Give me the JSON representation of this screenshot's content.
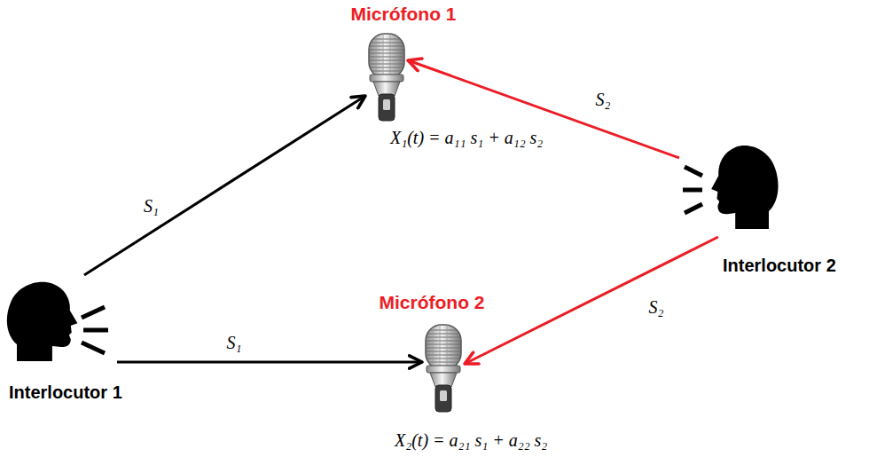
{
  "diagram": {
    "nodes": [
      {
        "text": [
          "Interlocutor 1"
        ]
      },
      {
        "text": [
          "Micrófono 1",
          "X₁(t) = a₁₁ s₁ + a₁₂ s₂"
        ]
      },
      {
        "text": [
          "Micrófono 2",
          "X₂(t) = a₂₁ s₁ + a₂₂ s₂"
        ]
      },
      {
        "text": [
          "Interlocutor 2"
        ]
      }
    ],
    "edges": [
      {
        "from": 0,
        "to": 1,
        "arrow": "to",
        "label": "S₁"
      },
      {
        "from": 0,
        "to": 2,
        "arrow": "to",
        "label": "S₁"
      },
      {
        "from": 3,
        "to": 1,
        "arrow": "to",
        "label": "S₂"
      },
      {
        "from": 3,
        "to": 2,
        "arrow": "to",
        "label": "S₂"
      }
    ]
  }
}
